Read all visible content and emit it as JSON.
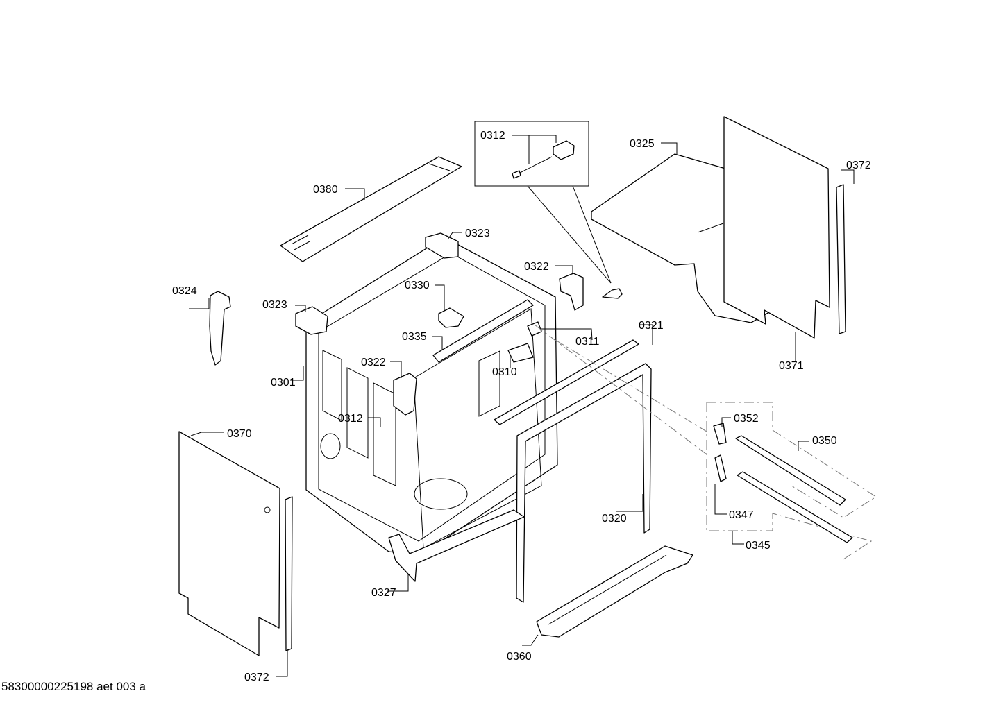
{
  "document_ref": "58300000225198 aet 003 a",
  "labels": {
    "l0312a": "0312",
    "l0325": "0325",
    "l0372a": "0372",
    "l0380": "0380",
    "l0323a": "0323",
    "l0322a": "0322",
    "l0324": "0324",
    "l0330": "0330",
    "l0323b": "0323",
    "l0321": "0321",
    "l0335": "0335",
    "l0311": "0311",
    "l0322b": "0322",
    "l0310": "0310",
    "l0301": "0301",
    "l0371": "0371",
    "l0312b": "0312",
    "l0352": "0352",
    "l0370": "0370",
    "l0350": "0350",
    "l0347": "0347",
    "l0320": "0320",
    "l0345": "0345",
    "l0327": "0327",
    "l0360": "0360",
    "l0372b": "0372"
  }
}
